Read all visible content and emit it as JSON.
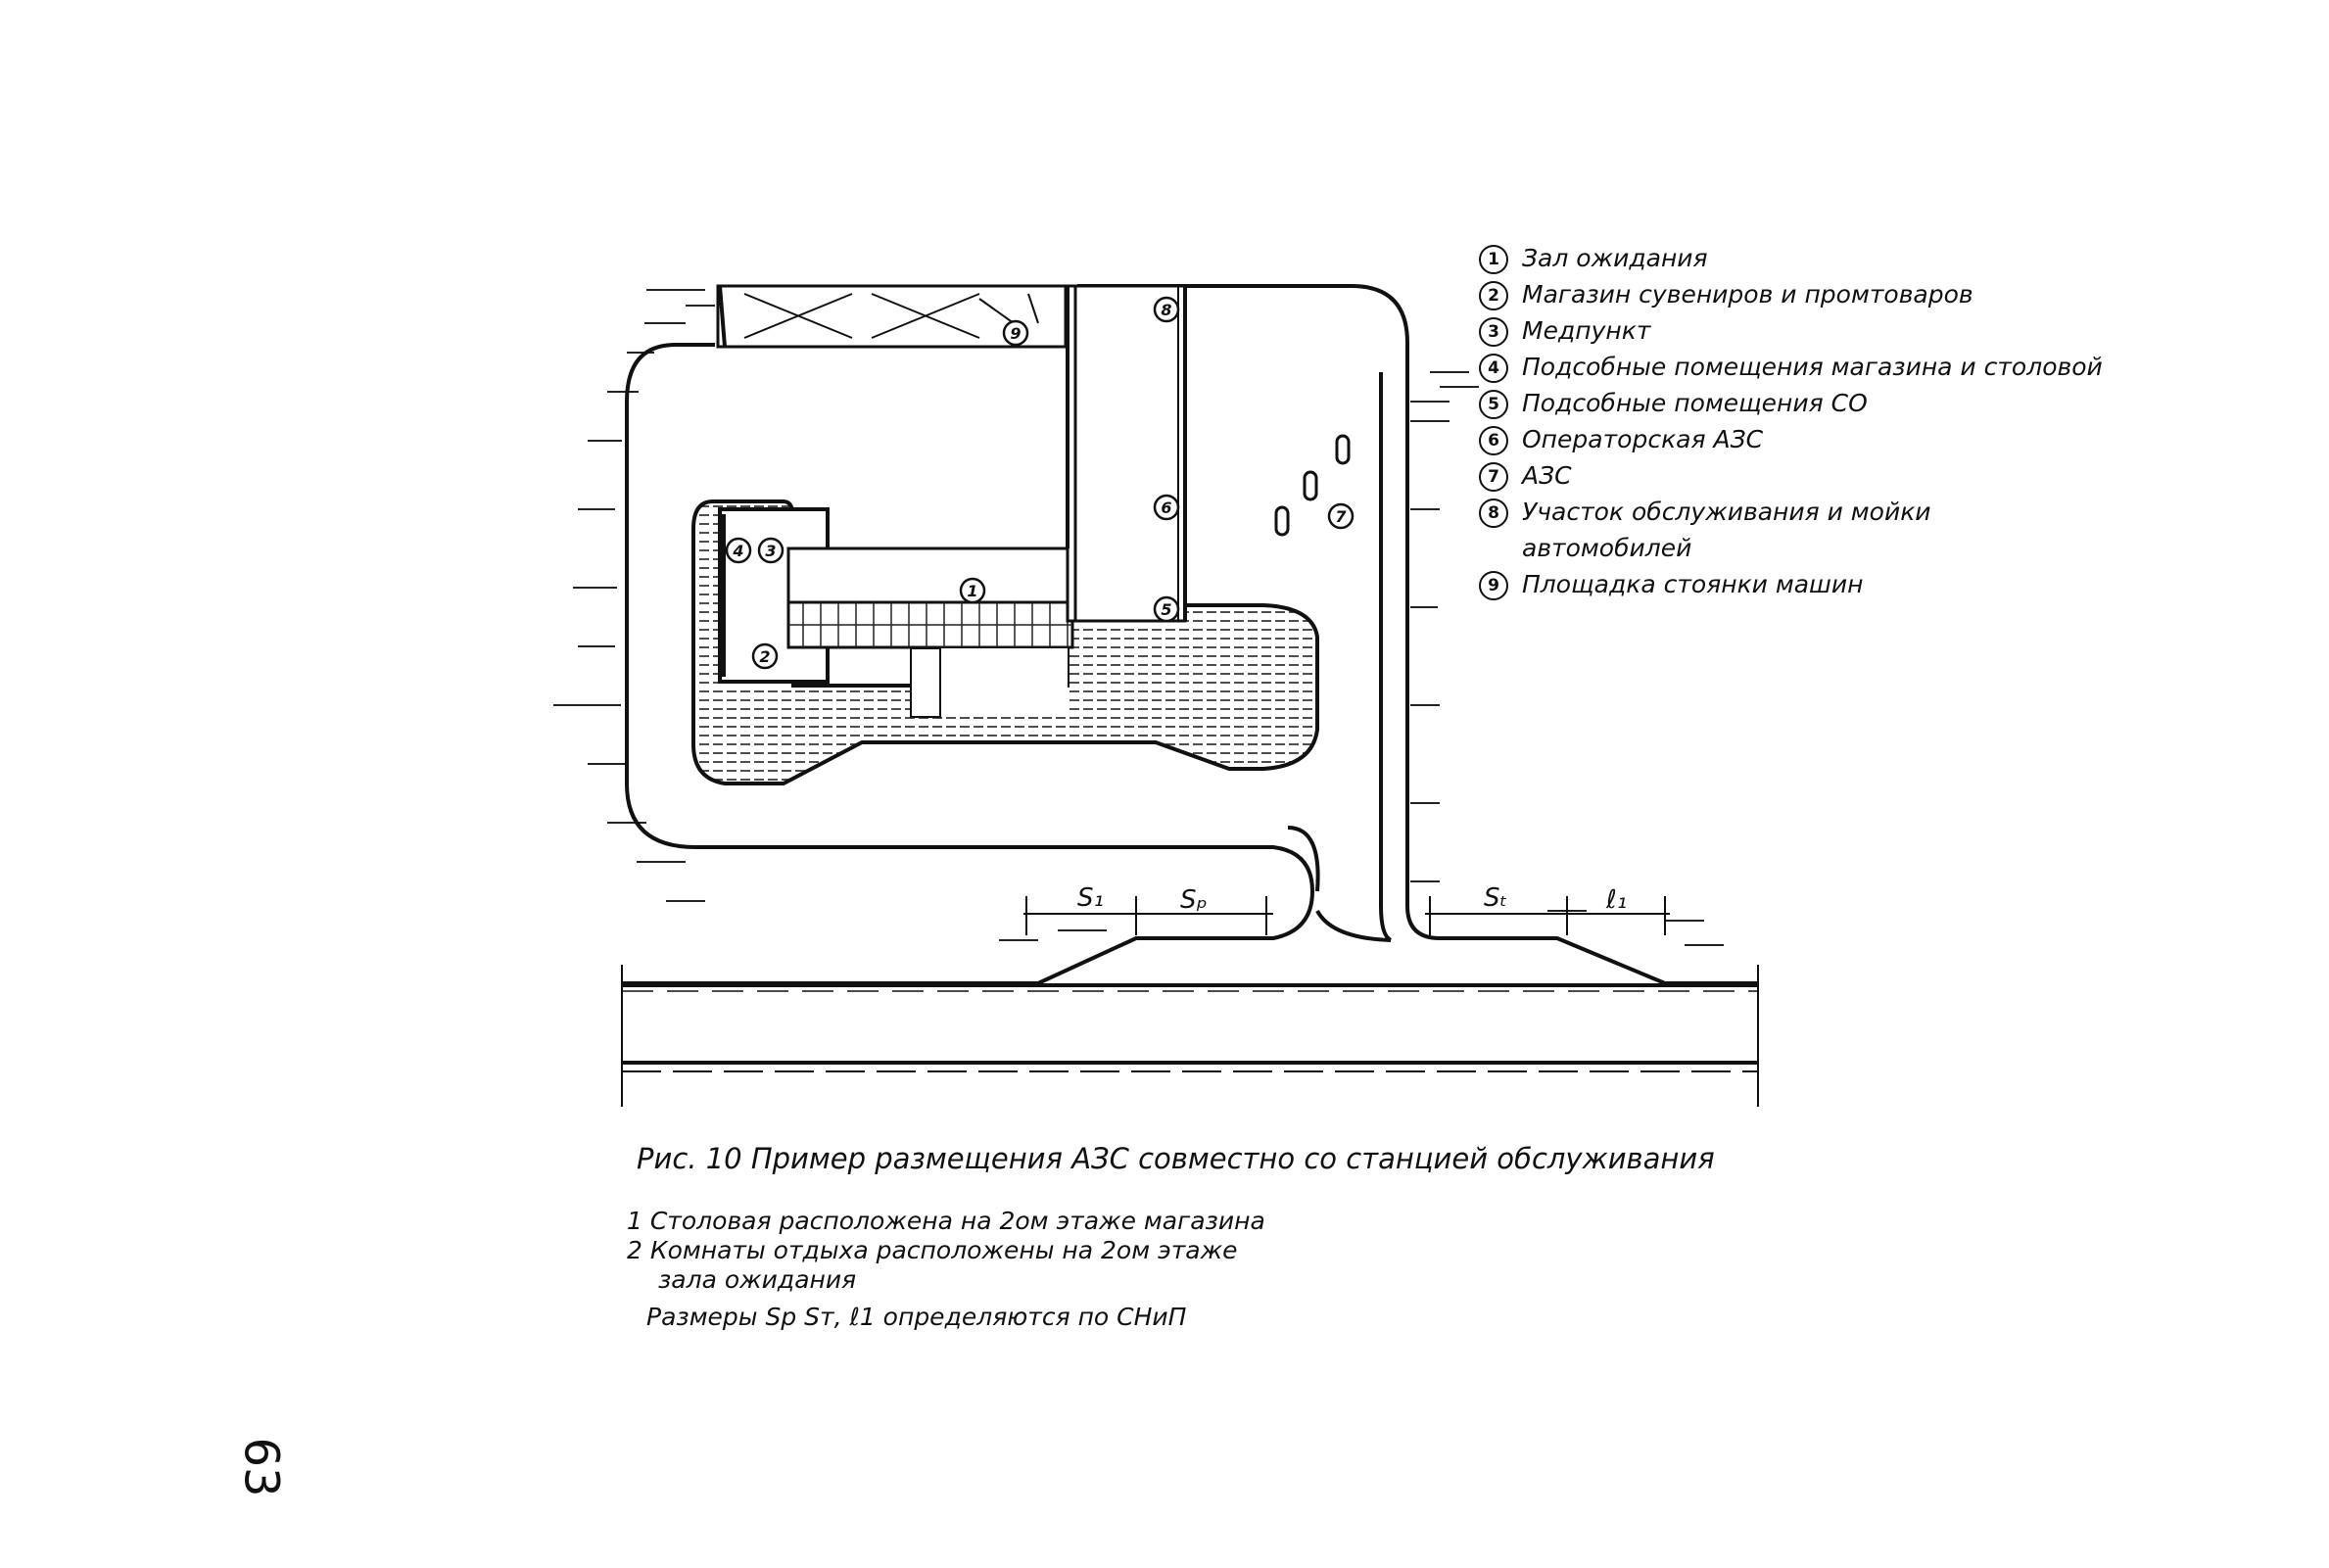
{
  "legend": {
    "items": [
      {
        "num": "1",
        "text": "Зал ожидания"
      },
      {
        "num": "2",
        "text": "Магазин сувениров и промтоваров"
      },
      {
        "num": "3",
        "text": "Медпункт"
      },
      {
        "num": "4",
        "text": "Подсобные помещения магазина и столовой"
      },
      {
        "num": "5",
        "text": "Подсобные помещения СО"
      },
      {
        "num": "6",
        "text": "Операторская АЗС"
      },
      {
        "num": "7",
        "text": "АЗС"
      },
      {
        "num": "8",
        "text": "Участок обслуживания и мойки",
        "cont": "автомобилей"
      },
      {
        "num": "9",
        "text": "Площадка стоянки машин"
      }
    ]
  },
  "plan_markers": [
    "1",
    "2",
    "3",
    "4",
    "5",
    "6",
    "7",
    "8",
    "9"
  ],
  "dimensions": {
    "s1": "S₁",
    "sp": "Sₚ",
    "st": "Sₜ",
    "l1": "ℓ₁"
  },
  "caption": "Рис. 10 Пример размещения АЗС совместно со станцией обслуживания",
  "notes": {
    "n1": "1 Столовая расположена на 2ом этаже магазина",
    "n2a": "2 Комнаты отдыха расположены на 2ом этаже",
    "n2b": "зала ожидания",
    "n3": "Размеры Sp Sт, ℓ1 определяются по СНиП"
  },
  "page_number": "63"
}
